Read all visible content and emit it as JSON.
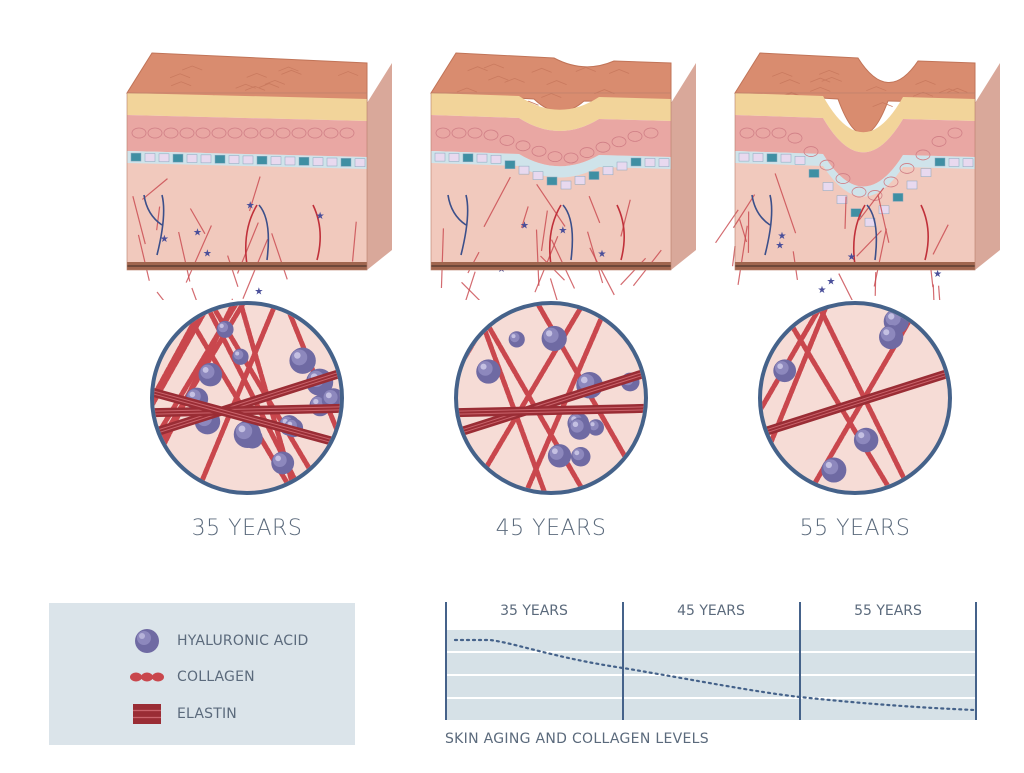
{
  "stages": [
    {
      "age_label": "35 YEARS"
    },
    {
      "age_label": "45 YEARS"
    },
    {
      "age_label": "55 YEARS"
    }
  ],
  "legend": {
    "items": [
      {
        "label": "HYALURONIC ACID",
        "icon": "hyaluronic-acid-icon"
      },
      {
        "label": "COLLAGEN",
        "icon": "collagen-icon"
      },
      {
        "label": "ELASTIN",
        "icon": "elastin-icon"
      }
    ]
  },
  "graph": {
    "caption": "SKIN AGING AND COLLAGEN LEVELS",
    "columns": [
      "35 YEARS",
      "45 YEARS",
      "55 YEARS"
    ]
  },
  "colors": {
    "skin_top": "#d98c6f",
    "epidermis_pink": "#e9a7a3",
    "yellow_layer": "#f2d49a",
    "teal_cells": "#3f8fa3",
    "dermis": "#f1c9bd",
    "collagen": "#c9474d",
    "elastin": "#9a2d35",
    "hyaluronic": "#6f6aa3",
    "circle_border": "#45628a",
    "text": "#5b6a7c",
    "legend_bg": "#dbe4ea",
    "graph_bg": "#d6e1e7"
  }
}
